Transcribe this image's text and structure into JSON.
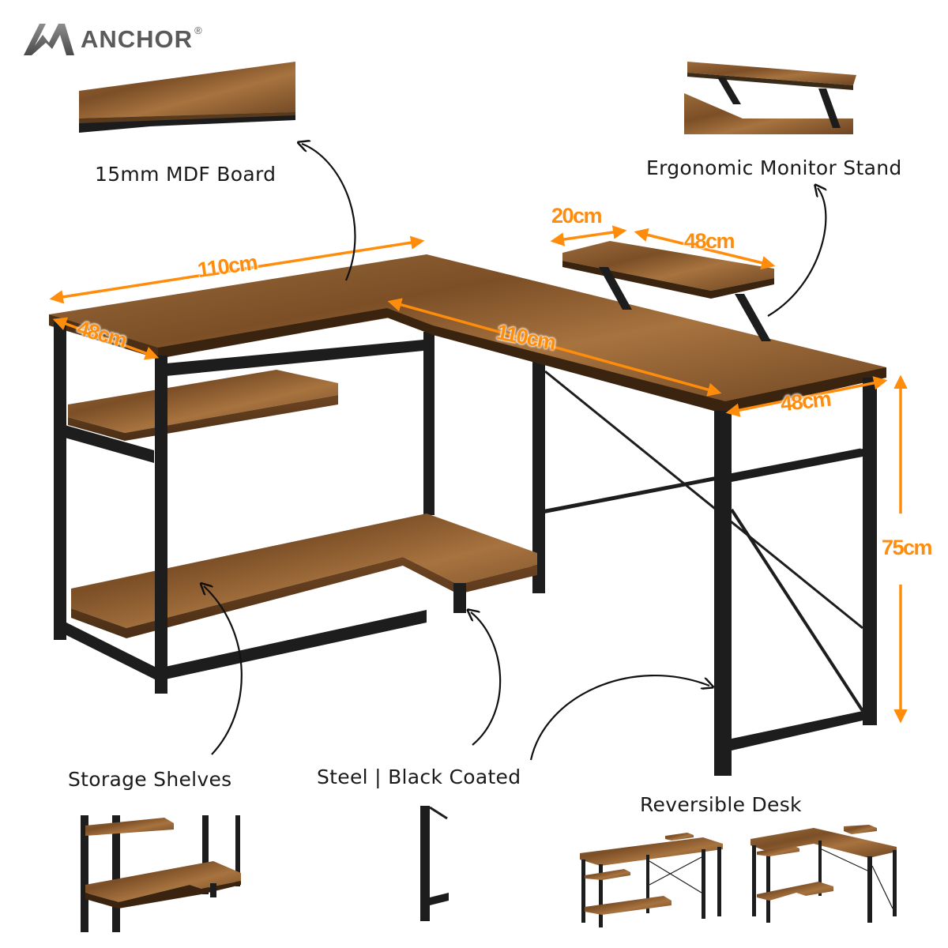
{
  "brand": {
    "name": "ANCHOR",
    "registered_mark": "®",
    "logo_icon": "anchor-logo-icon"
  },
  "features": {
    "mdf": "15mm MDF Board",
    "monitor_stand": "Ergonomic Monitor Stand",
    "storage": "Storage Shelves",
    "steel": "Steel | Black Coated",
    "reversible": "Reversible Desk"
  },
  "dimensions": {
    "left_length": "110cm",
    "left_depth": "48cm",
    "right_length": "110cm",
    "right_depth": "48cm",
    "stand_depth": "20cm",
    "stand_width": "48cm",
    "height": "75cm"
  },
  "colors": {
    "wood": "#8a5a2e",
    "frame": "#1d1d1d",
    "dimension_accent": "#ff8c0a",
    "brand_gray": "#5a5a5a"
  }
}
